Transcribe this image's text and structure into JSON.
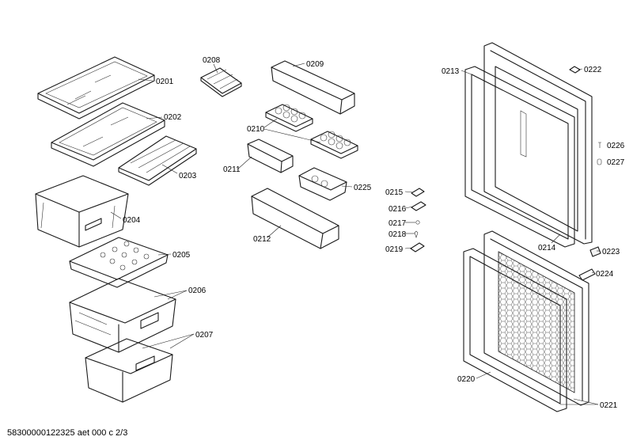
{
  "footer_text": "58300000122325 aet 000 c 2/3",
  "part_labels": {
    "p0201": "0201",
    "p0202": "0202",
    "p0203": "0203",
    "p0204": "0204",
    "p0205": "0205",
    "p0206": "0206",
    "p0207": "0207",
    "p0208": "0208",
    "p0209": "0209",
    "p0210": "0210",
    "p0211": "0211",
    "p0212": "0212",
    "p0213": "0213",
    "p0214": "0214",
    "p0215": "0215",
    "p0216": "0216",
    "p0217": "0217",
    "p0218": "0218",
    "p0219": "0219",
    "p0220": "0220",
    "p0221": "0221",
    "p0222": "0222",
    "p0223": "0223",
    "p0224": "0224",
    "p0225": "0225",
    "p0226": "0226",
    "p0227": "0227"
  }
}
